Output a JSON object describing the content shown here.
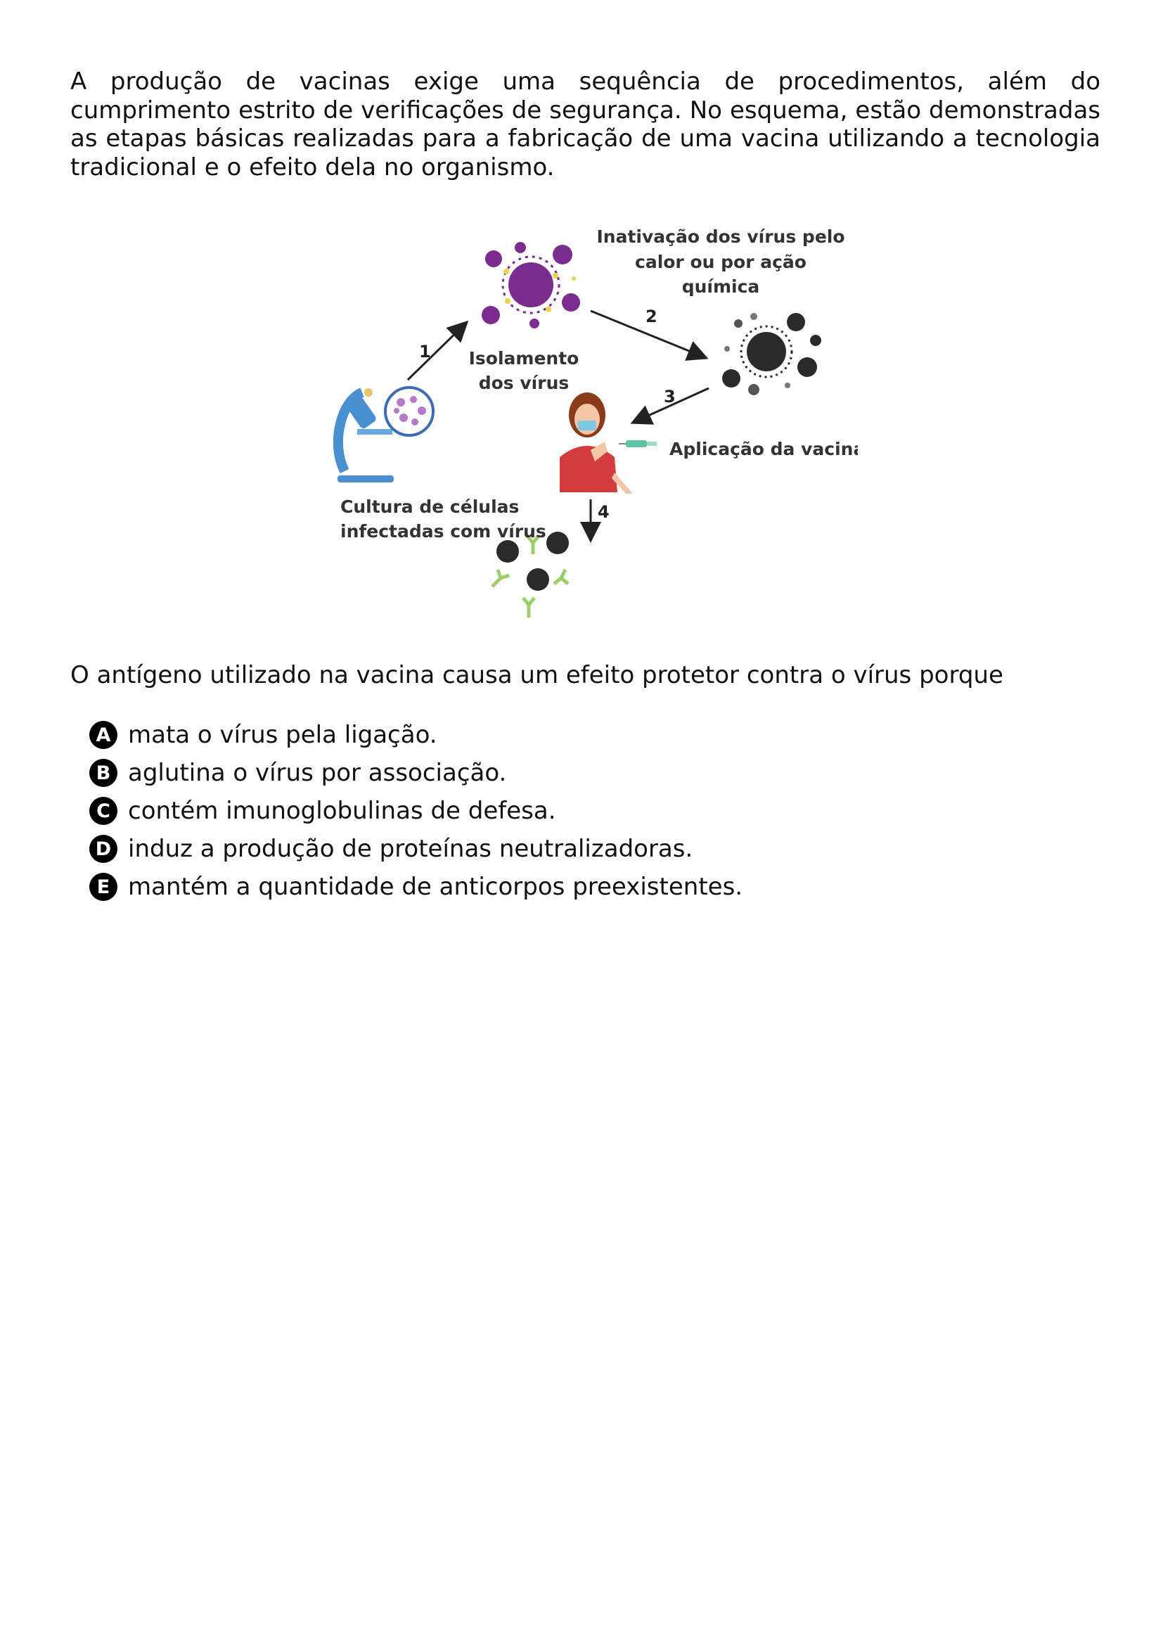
{
  "intro": "A produção de vacinas exige uma sequência de procedimentos, além do cumprimento estrito de verificações de segurança. No esquema, estão demonstradas as etapas básicas realizadas para a fabricação de uma vacina utilizando a tecnologia tradicional e o efeito dela no organismo.",
  "diagram": {
    "culture_label": [
      "Cultura de células",
      "infectadas com vírus"
    ],
    "isolation_label": [
      "Isolamento",
      "dos vírus"
    ],
    "inactivation_label": [
      "Inativação dos vírus pelo",
      "calor ou por ação",
      "química"
    ],
    "application_label": "Aplicação da vacina",
    "steps": [
      "1",
      "2",
      "3",
      "4"
    ],
    "colors": {
      "virus_active": "#7a2c8f",
      "virus_inactive": "#2a2a2a",
      "antibody": "#9ccf6b",
      "microscope": "#4a8fd0",
      "shirt": "#d23c3c"
    }
  },
  "question": "O antígeno utilizado na vacina causa um efeito protetor contra o vírus porque",
  "options": [
    {
      "letter": "A",
      "text": "mata o vírus pela ligação."
    },
    {
      "letter": "B",
      "text": "aglutina o vírus por associação."
    },
    {
      "letter": "C",
      "text": "contém imunoglobulinas de defesa."
    },
    {
      "letter": "D",
      "text": "induz a produção de proteínas neutralizadoras."
    },
    {
      "letter": "E",
      "text": "mantém a quantidade de anticorpos preexistentes."
    }
  ]
}
